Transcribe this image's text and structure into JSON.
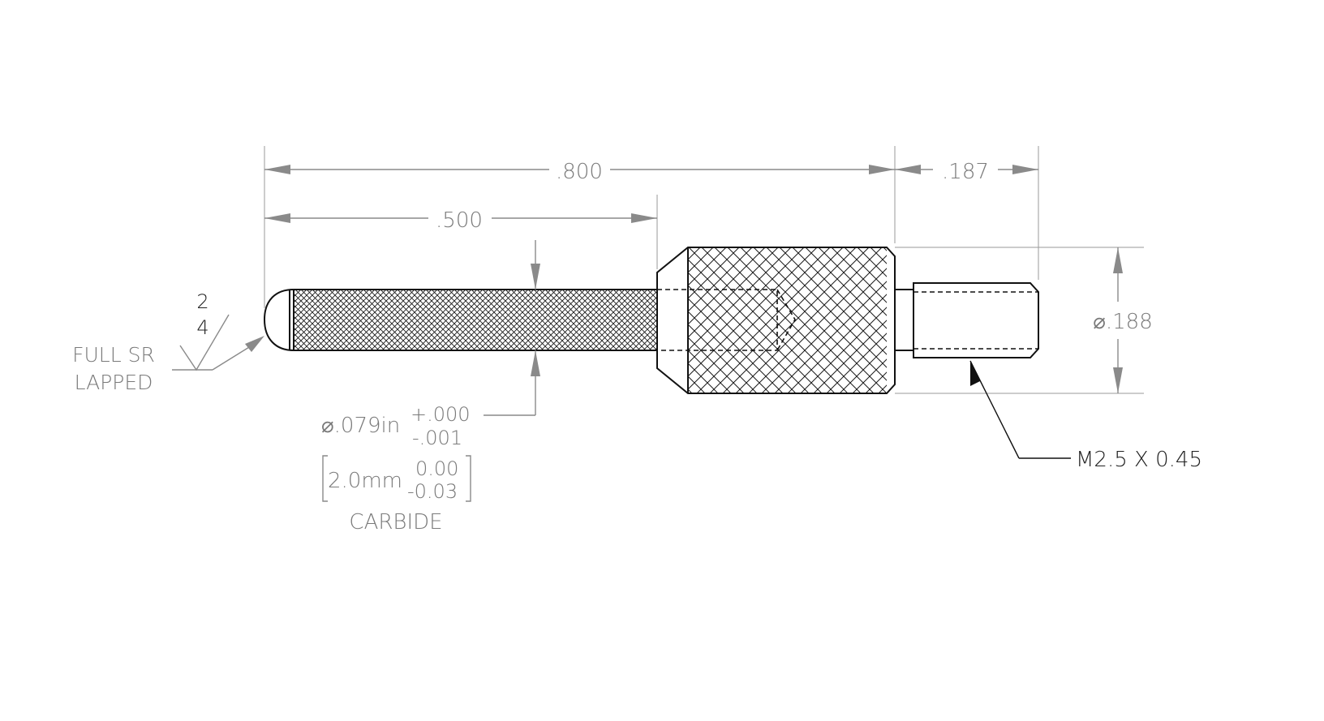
{
  "dimensions": {
    "overall_length": ".800",
    "stem_length": ".500",
    "thread_length": ".187",
    "body_diameter": "⌀.188",
    "stem_diameter_prefix": "⌀.079in",
    "stem_tol_upper": "+.000",
    "stem_tol_lower": "-.001",
    "metric_value": "2.0mm",
    "metric_tol_upper": "0.00",
    "metric_tol_lower": "-0.03"
  },
  "callouts": {
    "material": "CARBIDE",
    "thread_spec": "M2.5 X 0.45",
    "tip_line1": "FULL SR",
    "tip_line2": "LAPPED",
    "finish_top": "2",
    "finish_bottom": "4"
  }
}
